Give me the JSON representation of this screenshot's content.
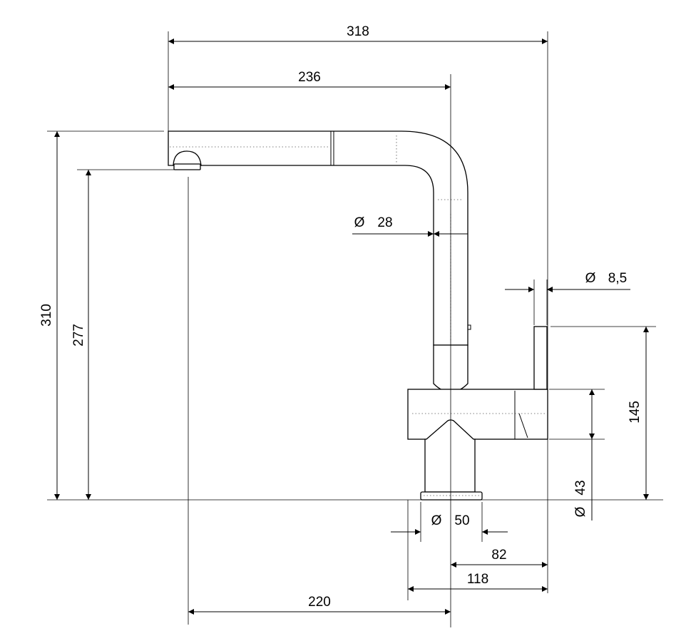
{
  "dimensions": {
    "overall_width": "318",
    "spout_reach_outer": "236",
    "spout_diameter_symbol": "Ø",
    "spout_diameter": "28",
    "lever_diameter_symbol": "Ø",
    "lever_diameter": "8,5",
    "total_height": "310",
    "outlet_height": "277",
    "lever_height": "145",
    "base_diameter_symbol": "Ø",
    "base_diameter_value": "43",
    "hole_diameter_symbol": "Ø",
    "hole_diameter": "50",
    "center_to_lever": "82",
    "base_to_lever": "118",
    "spout_reach": "220"
  }
}
